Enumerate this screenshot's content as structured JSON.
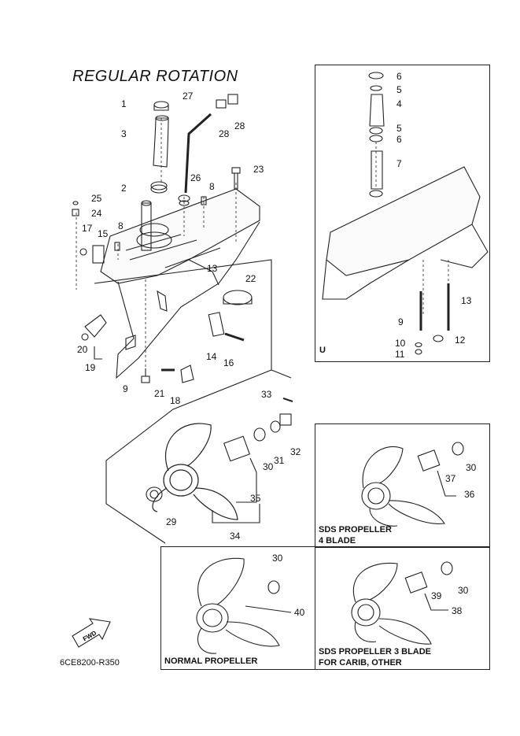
{
  "title": "REGULAR ROTATION",
  "drawing_code": "6CE8200-R350",
  "fwd_label": "FWD",
  "inset_u_label": "U",
  "boxes": {
    "sds4": [
      "SDS PROPELLER",
      "4 BLADE"
    ],
    "normal": "NORMAL PROPELLER",
    "sds3": [
      "SDS PROPELLER 3 BLADE",
      "FOR CARIB, OTHER"
    ]
  },
  "callouts": [
    {
      "id": "c1",
      "text": "1"
    },
    {
      "id": "c3",
      "text": "3"
    },
    {
      "id": "c27",
      "text": "27"
    },
    {
      "id": "c28a",
      "text": "28"
    },
    {
      "id": "c28b",
      "text": "28"
    },
    {
      "id": "c23",
      "text": "23"
    },
    {
      "id": "c26",
      "text": "26"
    },
    {
      "id": "c2",
      "text": "2"
    },
    {
      "id": "c8a",
      "text": "8"
    },
    {
      "id": "c25",
      "text": "25"
    },
    {
      "id": "c24",
      "text": "24"
    },
    {
      "id": "c17",
      "text": "17"
    },
    {
      "id": "c15",
      "text": "15"
    },
    {
      "id": "c8b",
      "text": "8"
    },
    {
      "id": "c13a",
      "text": "13"
    },
    {
      "id": "c22",
      "text": "22"
    },
    {
      "id": "c20",
      "text": "20"
    },
    {
      "id": "c19",
      "text": "19"
    },
    {
      "id": "c14",
      "text": "14"
    },
    {
      "id": "c16",
      "text": "16"
    },
    {
      "id": "c9a",
      "text": "9"
    },
    {
      "id": "c21",
      "text": "21"
    },
    {
      "id": "c18",
      "text": "18"
    },
    {
      "id": "c33",
      "text": "33"
    },
    {
      "id": "c32",
      "text": "32"
    },
    {
      "id": "c31",
      "text": "31"
    },
    {
      "id": "c30a",
      "text": "30"
    },
    {
      "id": "c35",
      "text": "35"
    },
    {
      "id": "c29",
      "text": "29"
    },
    {
      "id": "c34",
      "text": "34"
    },
    {
      "id": "c6a",
      "text": "6"
    },
    {
      "id": "c5a",
      "text": "5"
    },
    {
      "id": "c4",
      "text": "4"
    },
    {
      "id": "c5b",
      "text": "5"
    },
    {
      "id": "c6b",
      "text": "6"
    },
    {
      "id": "c7",
      "text": "7"
    },
    {
      "id": "c13b",
      "text": "13"
    },
    {
      "id": "c9b",
      "text": "9"
    },
    {
      "id": "c12",
      "text": "12"
    },
    {
      "id": "c10",
      "text": "10"
    },
    {
      "id": "c11",
      "text": "11"
    },
    {
      "id": "c30b",
      "text": "30"
    },
    {
      "id": "c37",
      "text": "37"
    },
    {
      "id": "c36",
      "text": "36"
    },
    {
      "id": "c30c",
      "text": "30"
    },
    {
      "id": "c40",
      "text": "40"
    },
    {
      "id": "c30d",
      "text": "30"
    },
    {
      "id": "c39",
      "text": "39"
    },
    {
      "id": "c38",
      "text": "38"
    }
  ]
}
